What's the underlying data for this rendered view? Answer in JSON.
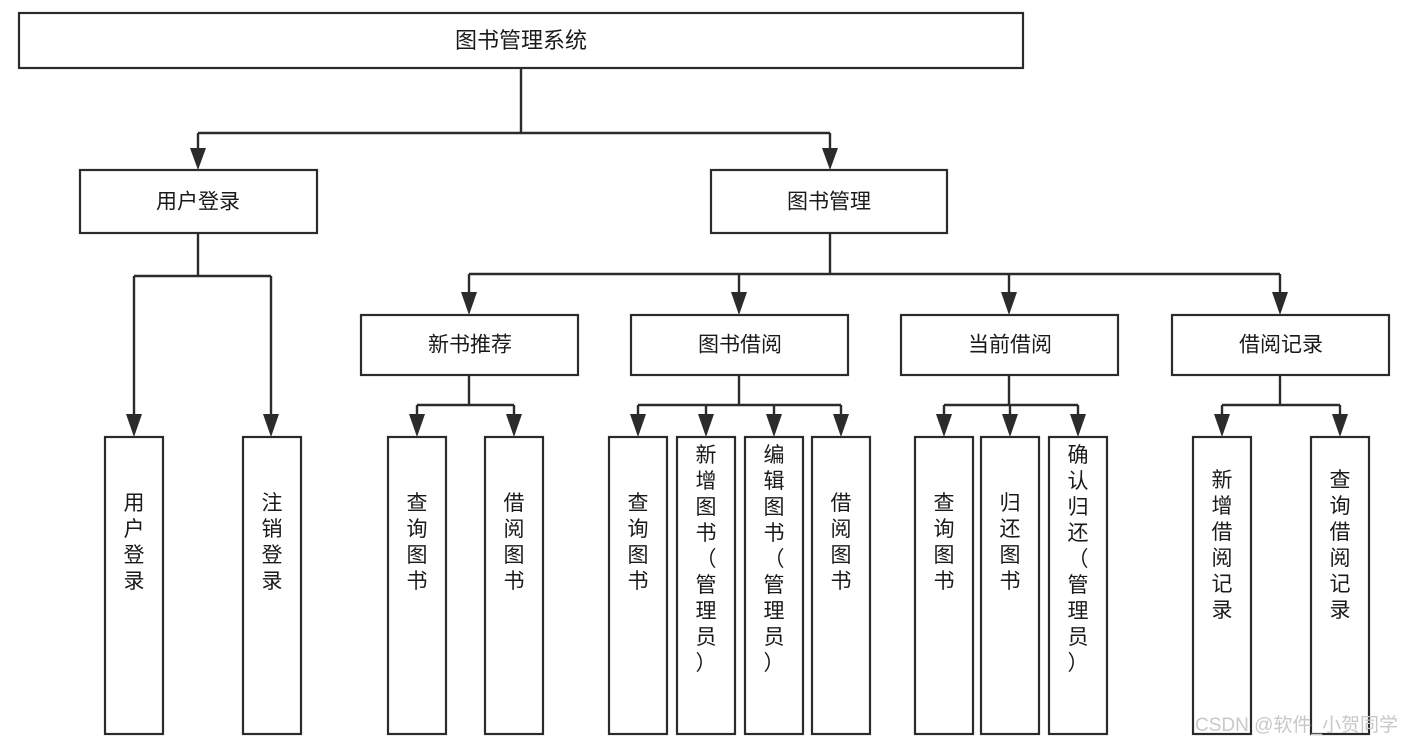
{
  "diagram": {
    "type": "hierarchy-tree",
    "title": "图书管理系统",
    "orientation": "top-down",
    "colors": {
      "box_fill": "#ffffff",
      "box_stroke": "#2b2b2b",
      "text": "#1a1a1a",
      "watermark": "#c8c8c8",
      "background": "#ffffff"
    },
    "root": {
      "label": "图书管理系统"
    },
    "level2": [
      {
        "label": "用户登录"
      },
      {
        "label": "图书管理"
      }
    ],
    "level3": [
      {
        "label": "新书推荐"
      },
      {
        "label": "图书借阅"
      },
      {
        "label": "当前借阅"
      },
      {
        "label": "借阅记录"
      }
    ],
    "leaves": {
      "user_login": [
        {
          "label": "用户登录"
        },
        {
          "label": "注销登录"
        }
      ],
      "new_book_recommend": [
        {
          "label": "查询图书"
        },
        {
          "label": "借阅图书"
        }
      ],
      "book_borrow": [
        {
          "label": "查询图书"
        },
        {
          "label": "新增图书（管理员）"
        },
        {
          "label": "编辑图书（管理员）"
        },
        {
          "label": "借阅图书"
        }
      ],
      "current_borrow": [
        {
          "label": "查询图书"
        },
        {
          "label": "归还图书"
        },
        {
          "label": "确认归还（管理员）"
        }
      ],
      "borrow_record": [
        {
          "label": "新增借阅记录"
        },
        {
          "label": "查询借阅记录"
        }
      ]
    }
  },
  "watermark": {
    "text": "CSDN @软件_小贺同学"
  }
}
